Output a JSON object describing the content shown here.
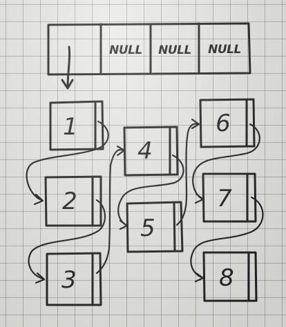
{
  "array_slots": [
    "",
    "NULL",
    "NULL",
    "NULL"
  ],
  "nodes": [
    "1",
    "2",
    "3",
    "4",
    "5",
    "6",
    "7",
    "8"
  ]
}
